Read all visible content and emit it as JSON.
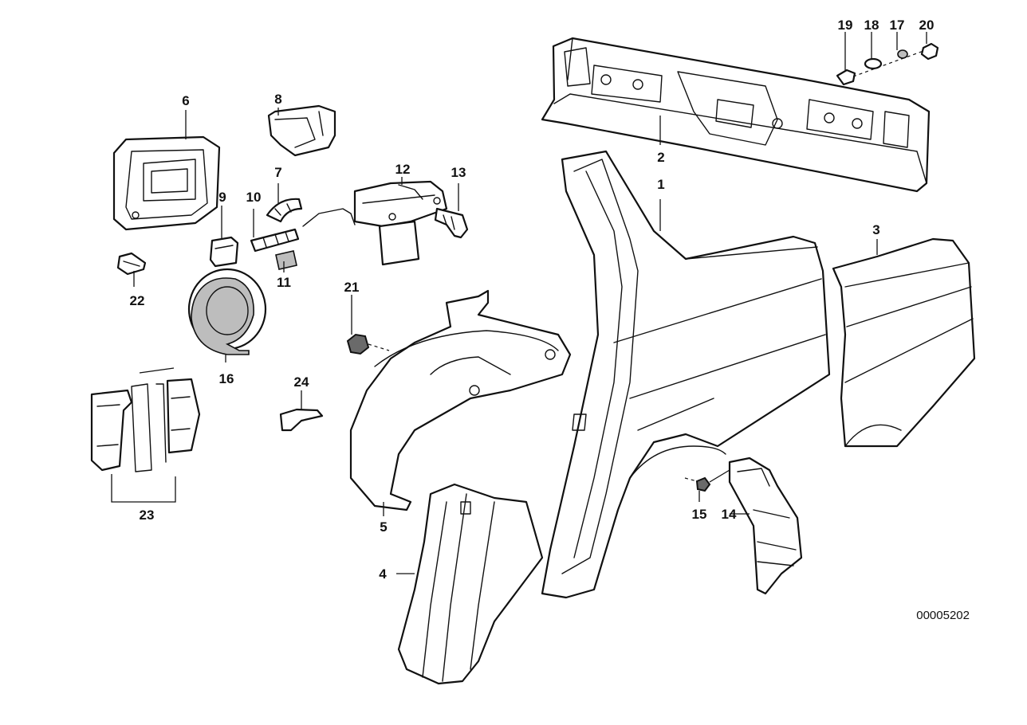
{
  "diagram": {
    "document_number": "00005202",
    "callouts": [
      "1",
      "2",
      "3",
      "4",
      "5",
      "6",
      "7",
      "8",
      "9",
      "10",
      "11",
      "12",
      "13",
      "14",
      "15",
      "16",
      "17",
      "18",
      "19",
      "20",
      "21",
      "22",
      "23",
      "24"
    ]
  }
}
